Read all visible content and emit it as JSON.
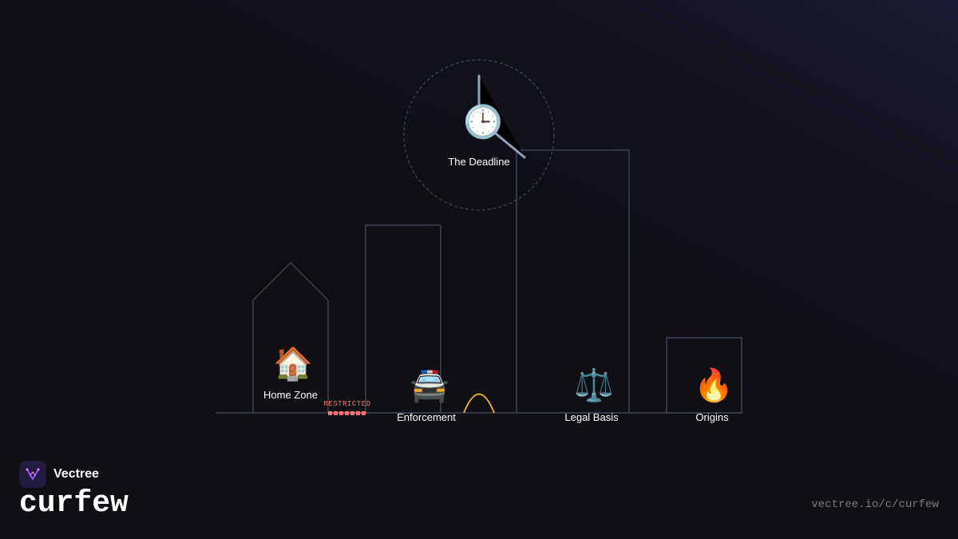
{
  "diagram": {
    "nodes": {
      "deadline": {
        "label": "The Deadline",
        "icon": "clock-icon",
        "glyph": "🕒"
      },
      "home": {
        "label": "Home Zone",
        "icon": "house-icon",
        "glyph": "🏠"
      },
      "enforcement": {
        "label": "Enforcement",
        "icon": "police-car-icon",
        "glyph": "🚔"
      },
      "legal": {
        "label": "Legal Basis",
        "icon": "scales-icon",
        "glyph": "⚖️"
      },
      "origins": {
        "label": "Origins",
        "icon": "fire-icon",
        "glyph": "🔥"
      }
    },
    "barrier_label": "RESTRICTED"
  },
  "colors": {
    "background": "#0f0f14",
    "outline": "#3b4453",
    "barrier": "#f87171",
    "arc": "#f5b82e",
    "clock_hand": "#94a3b8"
  },
  "footer": {
    "brand_name": "Vectree",
    "title": "curfew",
    "url": "vectree.io/c/curfew"
  }
}
